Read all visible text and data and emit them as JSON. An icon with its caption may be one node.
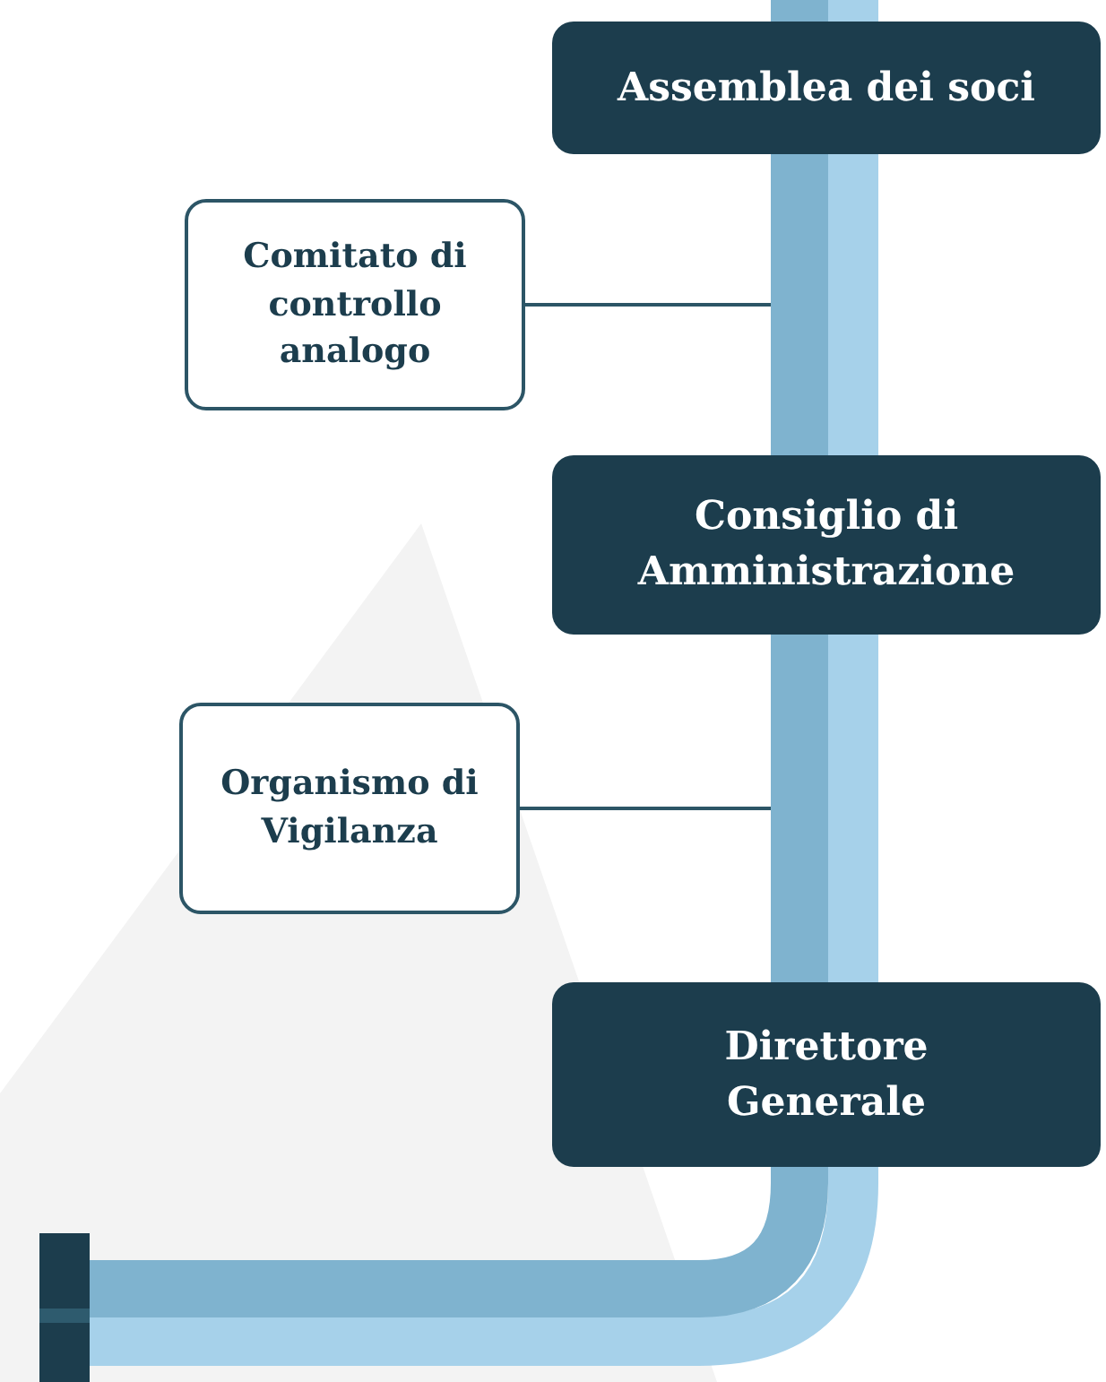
{
  "diagram": {
    "nodes": [
      {
        "text": [
          "Assemblea dei soci"
        ]
      },
      {
        "text": [
          "Comitato di controllo analogo"
        ]
      },
      {
        "text": [
          "Consiglio di Amministrazione"
        ]
      },
      {
        "text": [
          "Organismo di Vigilanza"
        ]
      },
      {
        "text": [
          "Direttore Generale"
        ]
      }
    ],
    "edges": [
      {
        "from": 0,
        "to": 2,
        "arrow": "none",
        "style": "thick",
        "color": "#7fb3cf"
      },
      {
        "from": 2,
        "to": 4,
        "arrow": "none",
        "style": "thick",
        "color": "#7fb3cf"
      },
      {
        "from": 1,
        "to": null,
        "arrow": "none",
        "color": "#2c5566"
      },
      {
        "from": 3,
        "to": null,
        "arrow": "none",
        "color": "#2c5566"
      }
    ]
  }
}
